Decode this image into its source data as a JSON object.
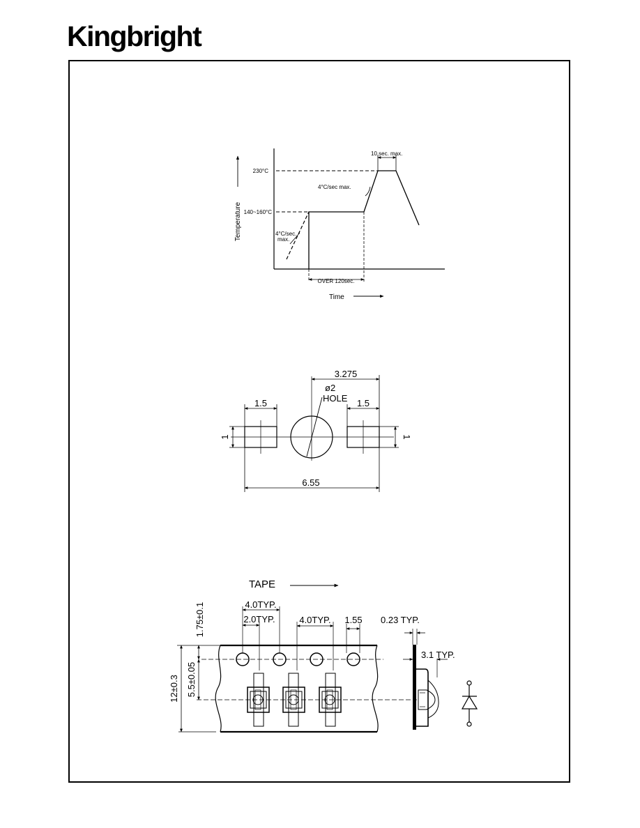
{
  "header": {
    "brand": "Kingbright"
  },
  "reflow": {
    "peak_temp": "230°C",
    "preheat_temp": "140~160°C",
    "peak_time": "10 sec. max.",
    "ramp_up_rate": "4°C/sec max.",
    "initial_rate_line1": "4°C/sec.",
    "initial_rate_line2": "max.",
    "preheat_time": "OVER 120sec.",
    "y_label": "Temperature",
    "x_label": "Time"
  },
  "pad_layout": {
    "pitch_half": "3.275",
    "hole_dia": "ø2",
    "hole_label": "HOLE",
    "pad_left_width": "1.5",
    "pad_right_width": "1.5",
    "pad_height_left": "1",
    "pad_height_right": "1",
    "total_width": "6.55"
  },
  "tape": {
    "title": "TAPE",
    "pitch_outer": "4.0TYP.",
    "pitch_half": "2.0TYP.",
    "pitch_pocket": "4.0TYP.",
    "hole_dia": "1.55",
    "thickness": "0.23 TYP.",
    "depth": "3.1 TYP.",
    "edge_to_hole": "1.75±0.1",
    "hole_to_center": "5.5±0.05",
    "tape_width": "12±0.3"
  }
}
